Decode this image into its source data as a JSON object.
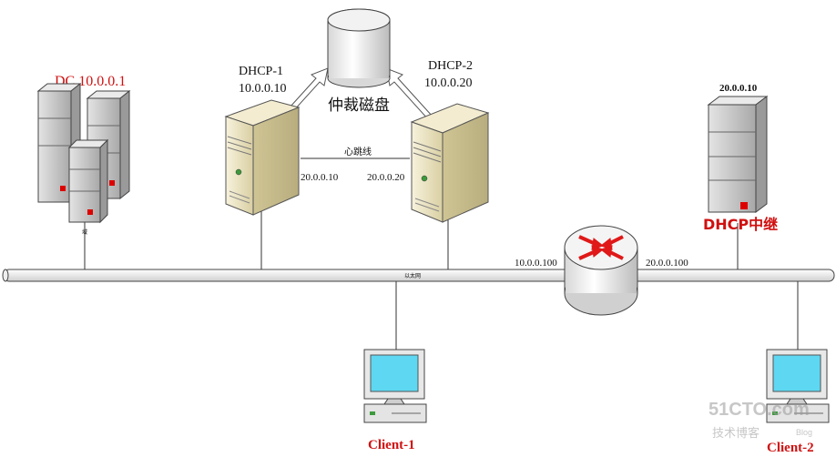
{
  "colors": {
    "label_red": "#d01010",
    "server_beige": "#eee6c4",
    "tower_gray": "#c8c8c8",
    "screen_cyan": "#5ed8f2",
    "led_red": "#dd0000",
    "router_arrow": "#e01818"
  },
  "nodes": {
    "dc": {
      "label": "DC 10.0.0.1",
      "icon": "server-cluster-icon"
    },
    "dhcp1": {
      "name": "DHCP-1",
      "ip": "10.0.0.10",
      "hb_ip": "20.0.0.10",
      "icon": "server-tower-icon"
    },
    "dhcp2": {
      "name": "DHCP-2",
      "ip": "10.0.0.20",
      "hb_ip": "20.0.0.20",
      "icon": "server-tower-icon"
    },
    "quorum": {
      "label": "仲裁磁盘",
      "icon": "disk-cylinder-icon"
    },
    "relay": {
      "ip": "20.0.0.10",
      "label": "DHCP中继",
      "icon": "server-gray-icon"
    },
    "router": {
      "left_ip": "10.0.0.100",
      "right_ip": "20.0.0.100",
      "icon": "router-icon"
    },
    "client1": {
      "label": "Client-1",
      "icon": "desktop-pc-icon"
    },
    "client2": {
      "label": "Client-2",
      "icon": "desktop-pc-icon"
    }
  },
  "links": {
    "heartbeat": "心跳线",
    "ethernet": "以太网",
    "dc_tag": "域"
  },
  "watermark": {
    "site": "51CTO.com",
    "sub": "技术博客",
    "blog": "Blog"
  }
}
